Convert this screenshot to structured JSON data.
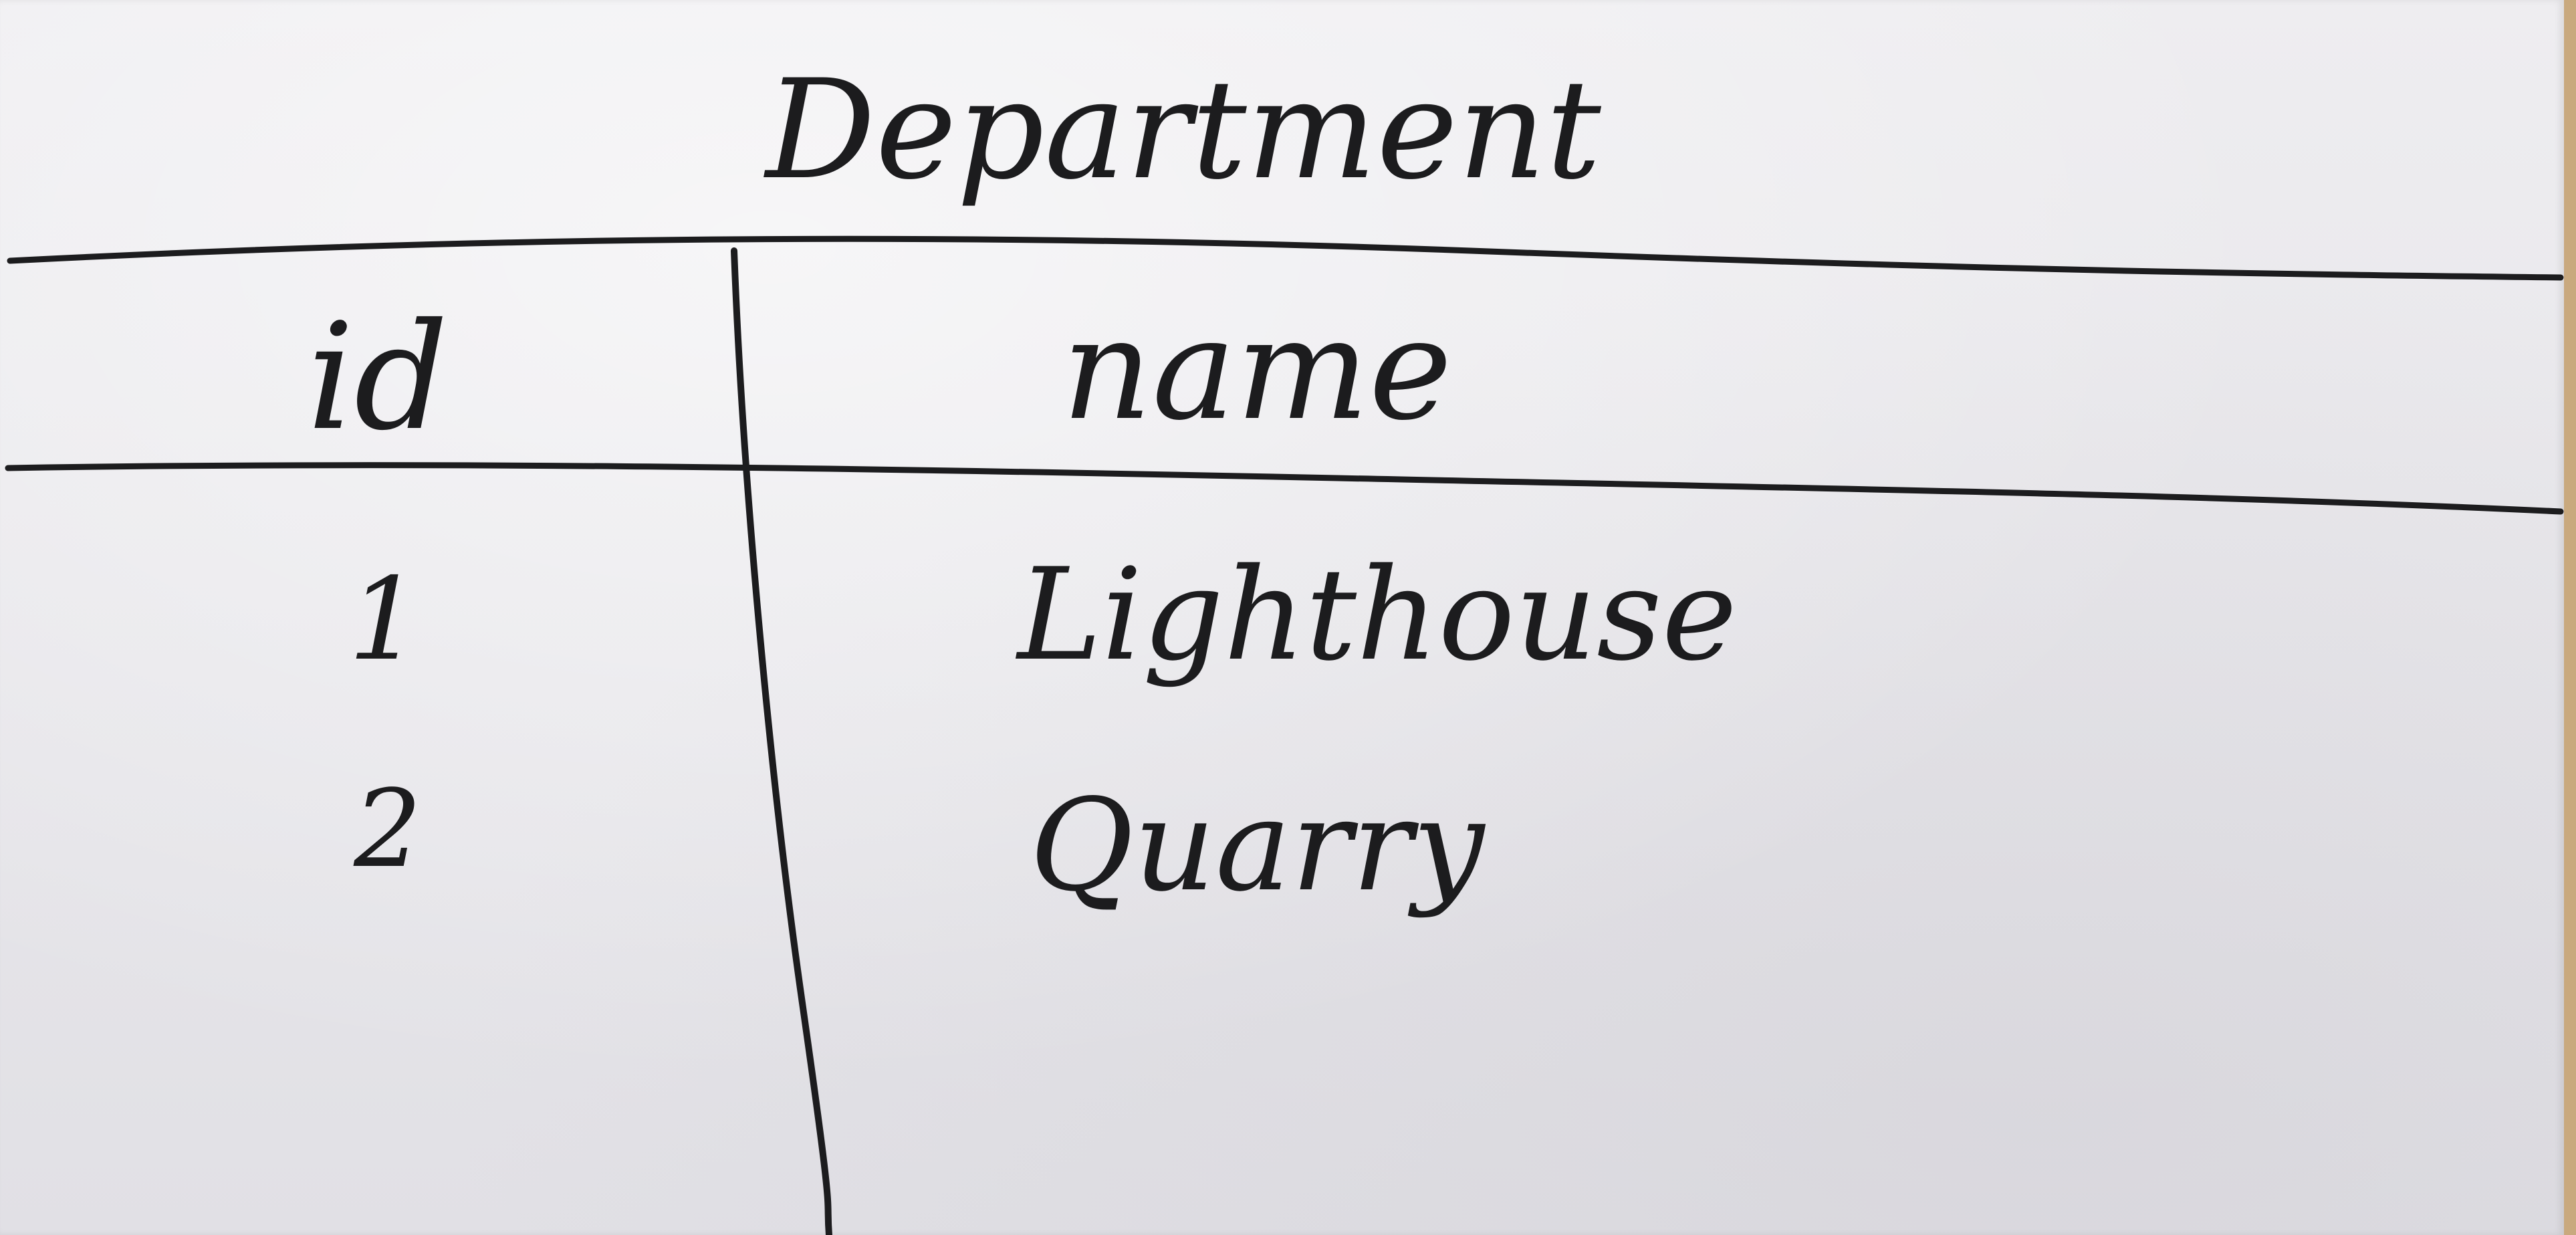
{
  "table": {
    "title": "Department",
    "columns": [
      "id",
      "name"
    ],
    "rows": [
      {
        "id": "1",
        "name": "Lighthouse"
      },
      {
        "id": "2",
        "name": "Quarry"
      }
    ]
  },
  "colors": {
    "paper": "#e9e8ec",
    "ink": "#1c1c1e",
    "background": "#c9a97e"
  }
}
